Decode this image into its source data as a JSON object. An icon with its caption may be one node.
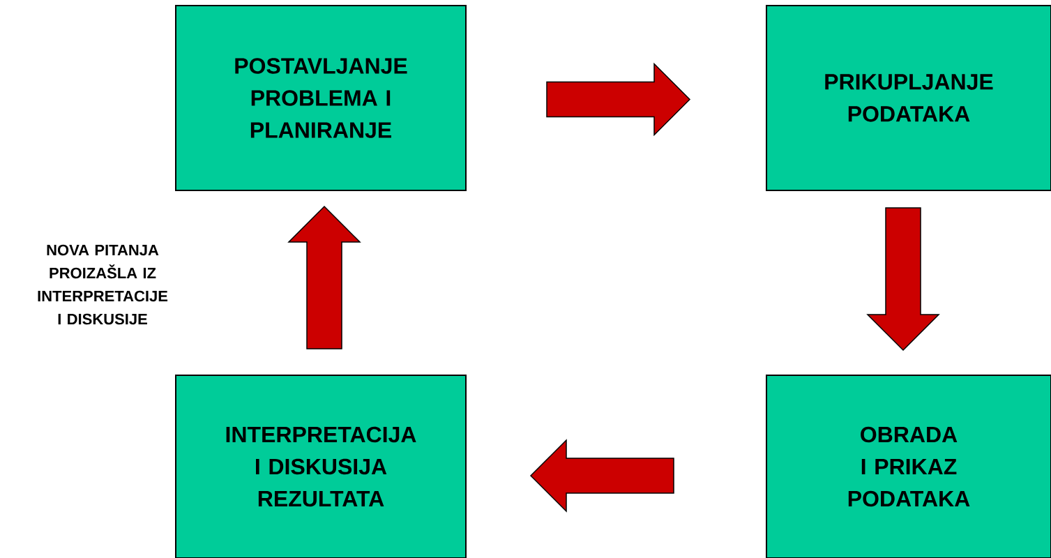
{
  "diagram": {
    "nodes": [
      {
        "text": [
          "POSTAVLJANJE PROBLEMA I PLANIRANJE"
        ]
      },
      {
        "text": [
          "PRIKUPLJANJE PODATAKA"
        ]
      },
      {
        "text": [
          "OBRADA I PRIKAZ PODATAKA"
        ]
      },
      {
        "text": [
          "INTERPRETACIJA I DISKUSIJA REZULTATA"
        ]
      }
    ],
    "edges": [
      {
        "from": 0,
        "to": 1,
        "arrow": "to"
      },
      {
        "from": 1,
        "to": 2,
        "arrow": "to"
      },
      {
        "from": 2,
        "to": 3,
        "arrow": "to"
      },
      {
        "from": 3,
        "to": 0,
        "arrow": "to"
      }
    ],
    "labels": [
      "NOVA PITANJA PROIZAŠLA IZ INTERPRETACIJE I DISKUSIJE"
    ]
  }
}
